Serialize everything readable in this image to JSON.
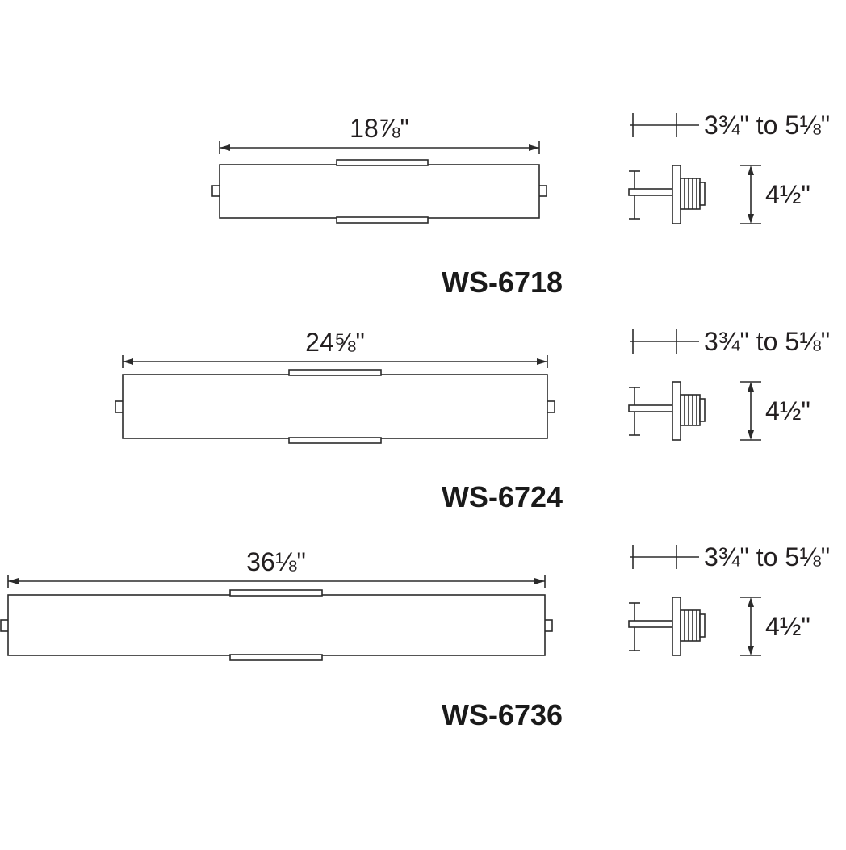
{
  "drawing": {
    "background_color": "#ffffff",
    "line_color": "#2b2b2b",
    "text_color": "#231f20"
  },
  "products": [
    {
      "model": "WS-6718",
      "width_label": "18⅞\"",
      "depth_label": "3¾\" to 5⅛\"",
      "height_label": "4½\""
    },
    {
      "model": "WS-6724",
      "width_label": "24⅝\"",
      "depth_label": "3¾\" to 5⅛\"",
      "height_label": "4½\""
    },
    {
      "model": "WS-6736",
      "width_label": "36⅛\"",
      "depth_label": "3¾\" to 5⅛\"",
      "height_label": "4½\""
    }
  ]
}
